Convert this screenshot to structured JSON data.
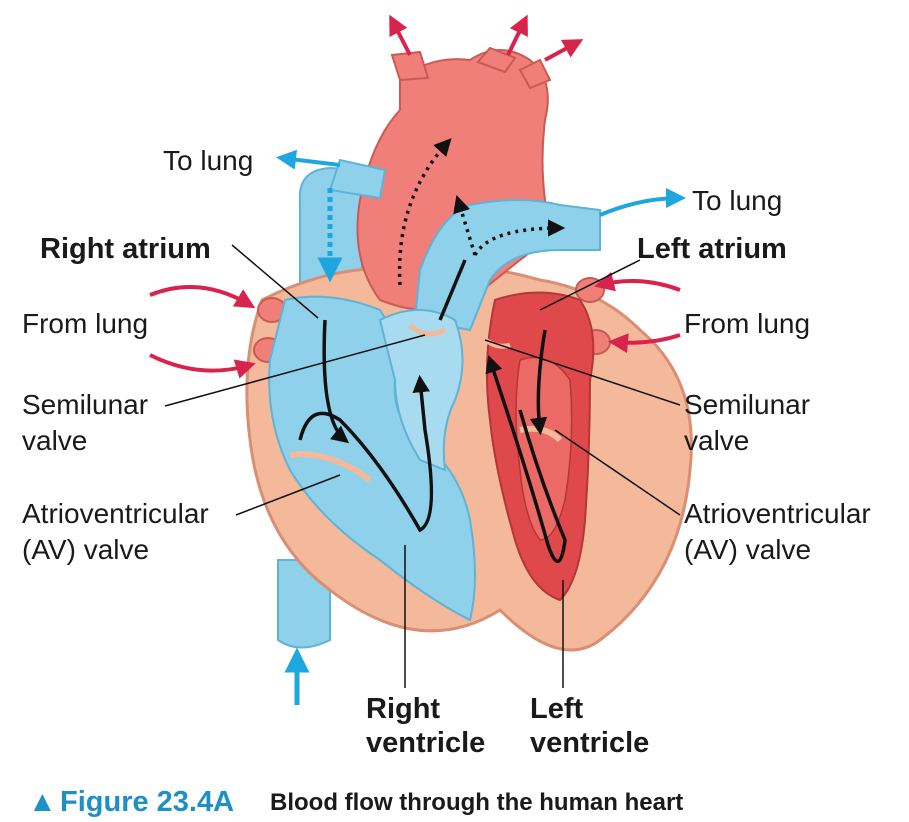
{
  "labels": {
    "to_lung_left": "To lung",
    "to_lung_right": "To lung",
    "right_atrium": "Right atrium",
    "left_atrium": "Left atrium",
    "from_lung_left": "From lung",
    "from_lung_right": "From lung",
    "semilunar_left_1": "Semilunar",
    "semilunar_left_2": "valve",
    "semilunar_right_1": "Semilunar",
    "semilunar_right_2": "valve",
    "av_left_1": "Atrioventricular",
    "av_left_2": "(AV) valve",
    "av_right_1": "Atrioventricular",
    "av_right_2": "(AV) valve",
    "right_ventricle_1": "Right",
    "right_ventricle_2": "ventricle",
    "left_ventricle_1": "Left",
    "left_ventricle_2": "ventricle"
  },
  "caption": {
    "marker": "▲",
    "figure": "Figure 23.4A",
    "text": "Blood flow through the human heart"
  },
  "colors": {
    "oxygen_poor": "#8fd0ea",
    "oxygen_rich": "#ef7f78",
    "muscle": "#f3b99a",
    "blue_arrow": "#1ea6de",
    "red_arrow": "#d8234c",
    "caption_accent": "#1f8fc8"
  }
}
